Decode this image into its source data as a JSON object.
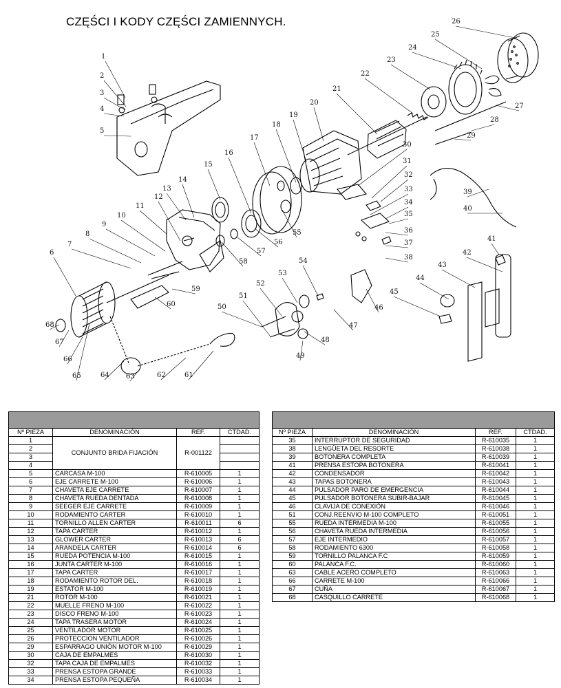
{
  "page": {
    "title": "CZĘŚCI I KODY CZĘŚCI ZAMIENNYCH."
  },
  "diagram": {
    "callouts": [
      "1",
      "2",
      "3",
      "4",
      "5",
      "6",
      "7",
      "8",
      "9",
      "10",
      "11",
      "12",
      "13",
      "14",
      "15",
      "16",
      "17",
      "18",
      "19",
      "20",
      "21",
      "22",
      "23",
      "24",
      "25",
      "26",
      "27",
      "28",
      "29",
      "30",
      "31",
      "32",
      "33",
      "34",
      "35",
      "36",
      "37",
      "38",
      "39",
      "40",
      "41",
      "42",
      "43",
      "44",
      "45",
      "46",
      "47",
      "48",
      "49",
      "50",
      "51",
      "52",
      "53",
      "54",
      "55",
      "56",
      "57",
      "58",
      "59",
      "60",
      "61",
      "62",
      "63",
      "64",
      "65",
      "66",
      "67",
      "68"
    ]
  },
  "table_left": {
    "headers": [
      "Nº PIEZA",
      "DENOMINACIÓN",
      "REF.",
      "CTDAD."
    ],
    "merged": {
      "pieces": [
        "1",
        "2",
        "3",
        "4"
      ],
      "name": "CONJUNTO BRIDA FIJACIÓN",
      "ref": "R-001122"
    },
    "rows": [
      [
        "5",
        "CARCASA M-100",
        "R-610005",
        "1"
      ],
      [
        "6",
        "EJE CARRETE M-100",
        "R-610006",
        "1"
      ],
      [
        "7",
        "CHAVETA EJE CARRETE",
        "R-610007",
        "1"
      ],
      [
        "8",
        "CHAVETA RUEDA DENTADA",
        "R-610008",
        "1"
      ],
      [
        "9",
        "SEEGER EJE CARRETE",
        "R-610009",
        "1"
      ],
      [
        "10",
        "RODAMIENTO CARTER",
        "R-610010",
        "1"
      ],
      [
        "11",
        "TORNILLO ALLEN CARTER",
        "R-610011",
        "6"
      ],
      [
        "12",
        "TAPA CARTER",
        "R-610012",
        "1"
      ],
      [
        "13",
        "GLOWER CARTER",
        "R-610013",
        "6"
      ],
      [
        "14",
        "ARANDELA CARTER",
        "R-610014",
        "6"
      ],
      [
        "15",
        "RUEDA POTENCIA M-100",
        "R-610015",
        "1"
      ],
      [
        "16",
        "JUNTA CARTER M-100",
        "R-610016",
        "1"
      ],
      [
        "17",
        "TAPA CARTER",
        "R-610017",
        "1"
      ],
      [
        "18",
        "RODAMIENTO ROTOR DEL.",
        "R-610018",
        "1"
      ],
      [
        "19",
        "ESTATOR M-100",
        "R-610019",
        "1"
      ],
      [
        "21",
        "ROTOR M-100",
        "R-610021",
        "1"
      ],
      [
        "22",
        "MUELLE FRENO M-100",
        "R-610022",
        "1"
      ],
      [
        "23",
        "DISCO FRENO M-100",
        "R-610023",
        "1"
      ],
      [
        "24",
        "TAPA TRASERA MOTOR",
        "R-610024",
        "1"
      ],
      [
        "25",
        "VENTILADOR MOTOR",
        "R-610025",
        "1"
      ],
      [
        "26",
        "PROTECCION VENTILADOR",
        "R-610026",
        "1"
      ],
      [
        "29",
        "ESPARRAGO UNIÓN MOTOR M-100",
        "R-610029",
        "1"
      ],
      [
        "30",
        "CAJA DE EMPALMES",
        "R-610030",
        "1"
      ],
      [
        "32",
        "TAPA CAJA DE EMPALMES",
        "R-610032",
        "1"
      ],
      [
        "33",
        "PRENSA ESTOPA GRANDE",
        "R-610033",
        "1"
      ],
      [
        "34",
        "PRENSA ESTOPA PEQUEÑA",
        "R-610034",
        "1"
      ]
    ]
  },
  "table_right": {
    "headers": [
      "Nº PIEZA",
      "DENOMINACIÓN",
      "REF.",
      "CTDAD."
    ],
    "rows": [
      [
        "35",
        "INTERRUPTOR DE SEGURIDAD",
        "R-610035",
        "1"
      ],
      [
        "38",
        "LENGÜETA DEL RESORTE",
        "R-610038",
        "1"
      ],
      [
        "39",
        "BOTONERA COMPLETA",
        "R-610039",
        "1"
      ],
      [
        "41",
        "PRENSA ESTOPA BOTONERA",
        "R-610041",
        "1"
      ],
      [
        "42",
        "CONDENSADOR",
        "R-610042",
        "1"
      ],
      [
        "43",
        "TAPAS BOTONERA",
        "R-610043",
        "1"
      ],
      [
        "44",
        "PULSADOR PARO DE EMERGENCIA",
        "R-610044",
        "1"
      ],
      [
        "45",
        "PULSADOR BOTONERA SUBIR-BAJAR",
        "R-610045",
        "1"
      ],
      [
        "46",
        "CLAVIJA DE CONEXIÓN",
        "R-610046",
        "1"
      ],
      [
        "51",
        "CONJ.REENVIO M-100 COMPLETO",
        "R-610051",
        "1"
      ],
      [
        "55",
        "RUEDA INTERMEDIA M-100",
        "R-610055",
        "1"
      ],
      [
        "56",
        "CHAVETA RUEDA INTERMEDIA",
        "R-610056",
        "1"
      ],
      [
        "57",
        "EJE INTERMEDIO",
        "R-610057",
        "1"
      ],
      [
        "58",
        "RODAMIENTO 6300",
        "R-610058",
        "1"
      ],
      [
        "59",
        "TORNILLO PALANCA F.C",
        "R-610059",
        "1"
      ],
      [
        "60",
        "PALANCA F.C.",
        "R-610060",
        "1"
      ],
      [
        "63",
        "CABLE ACERO COMPLETO",
        "R-610063",
        "1"
      ],
      [
        "66",
        "CARRETE M-100",
        "R-610066",
        "1"
      ],
      [
        "67",
        "CUÑA",
        "R-610067",
        "1"
      ],
      [
        "68",
        "CASQUILLO CARRETE",
        "R-610068",
        "1"
      ]
    ]
  }
}
